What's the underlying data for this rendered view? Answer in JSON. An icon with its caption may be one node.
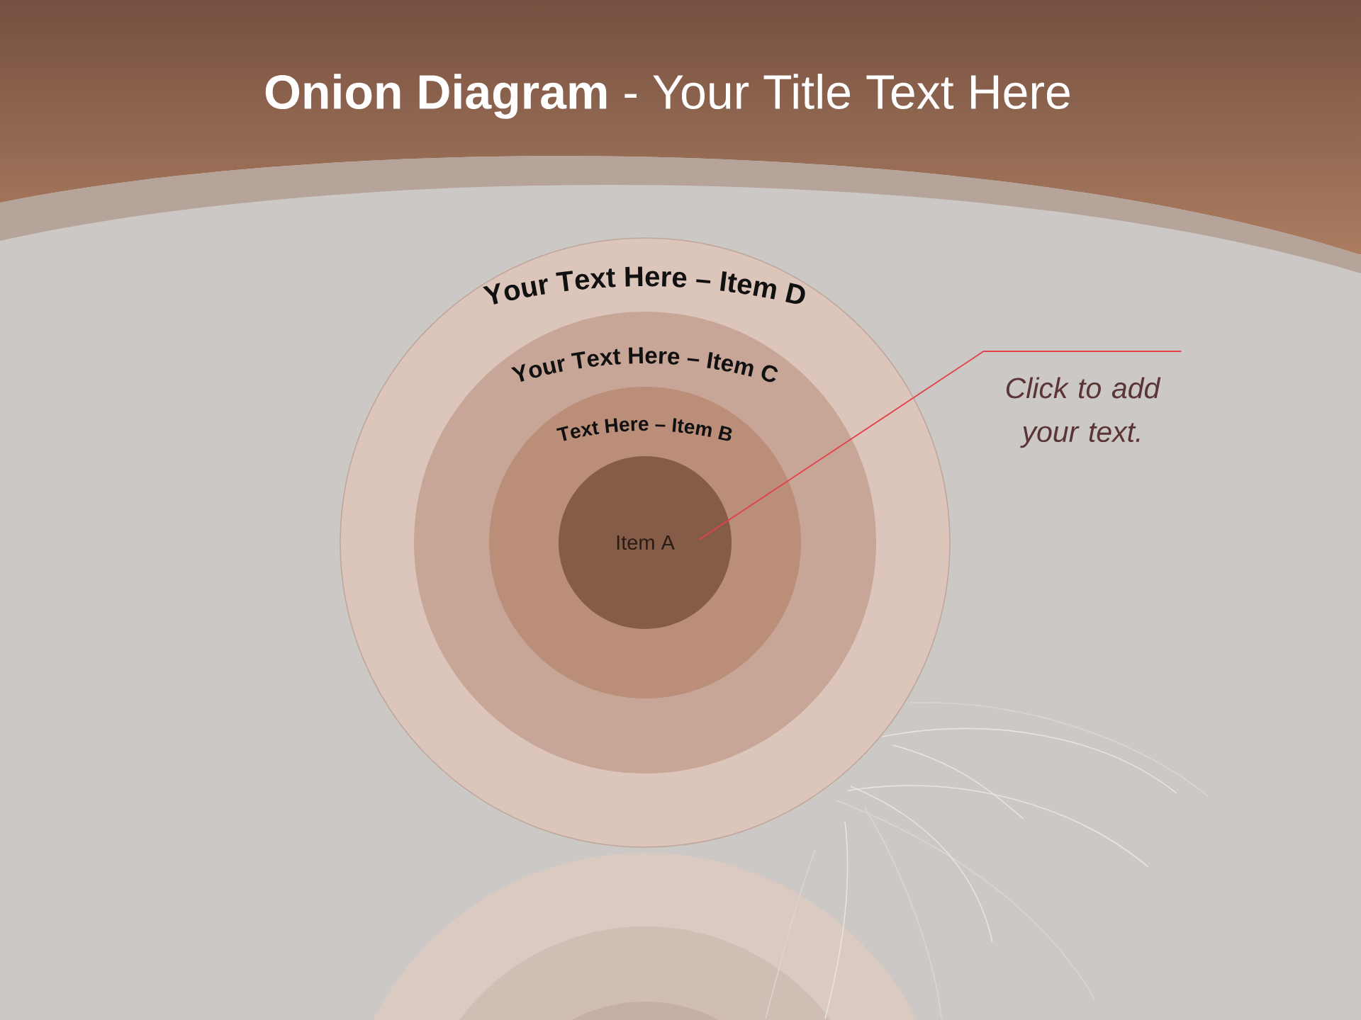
{
  "diagram": {
    "title": "**Onion Diagram** - Your Title Text Here",
    "nodes": [
      {
        "text": [
          "Your Text Here – Item D"
        ]
      },
      {
        "text": [
          "Your Text Here – Item C"
        ],
        "in": 0
      },
      {
        "text": [
          "Text Here – Item B"
        ],
        "in": 1
      },
      {
        "text": [
          "Item A"
        ],
        "in": 2
      },
      {
        "text": [
          "Click to add your text."
        ]
      }
    ],
    "edges": [
      {
        "from": 4,
        "to": 3,
        "arrow": "none"
      }
    ]
  }
}
